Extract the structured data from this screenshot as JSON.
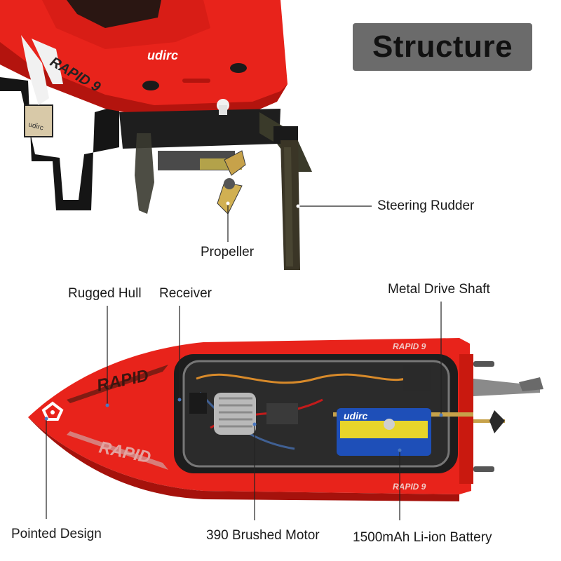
{
  "title": "Structure",
  "labels": {
    "steering_rudder": "Steering Rudder",
    "propeller": "Propeller",
    "rugged_hull": "Rugged Hull",
    "receiver": "Receiver",
    "metal_drive_shaft": "Metal Drive Shaft",
    "pointed_design": "Pointed Design",
    "motor": "390 Brushed Motor",
    "battery": "1500mAh Li-ion Battery"
  },
  "decals": {
    "brand_top": "udirc",
    "model_top": "RAPID 9",
    "hull_name": "RAPID",
    "battery_brand": "udirc"
  },
  "colors": {
    "hull_red": "#e8231b",
    "hull_dark_red": "#b3140e",
    "title_bg": "#6b6b6b",
    "battery_blue": "#1e4fb8"
  }
}
